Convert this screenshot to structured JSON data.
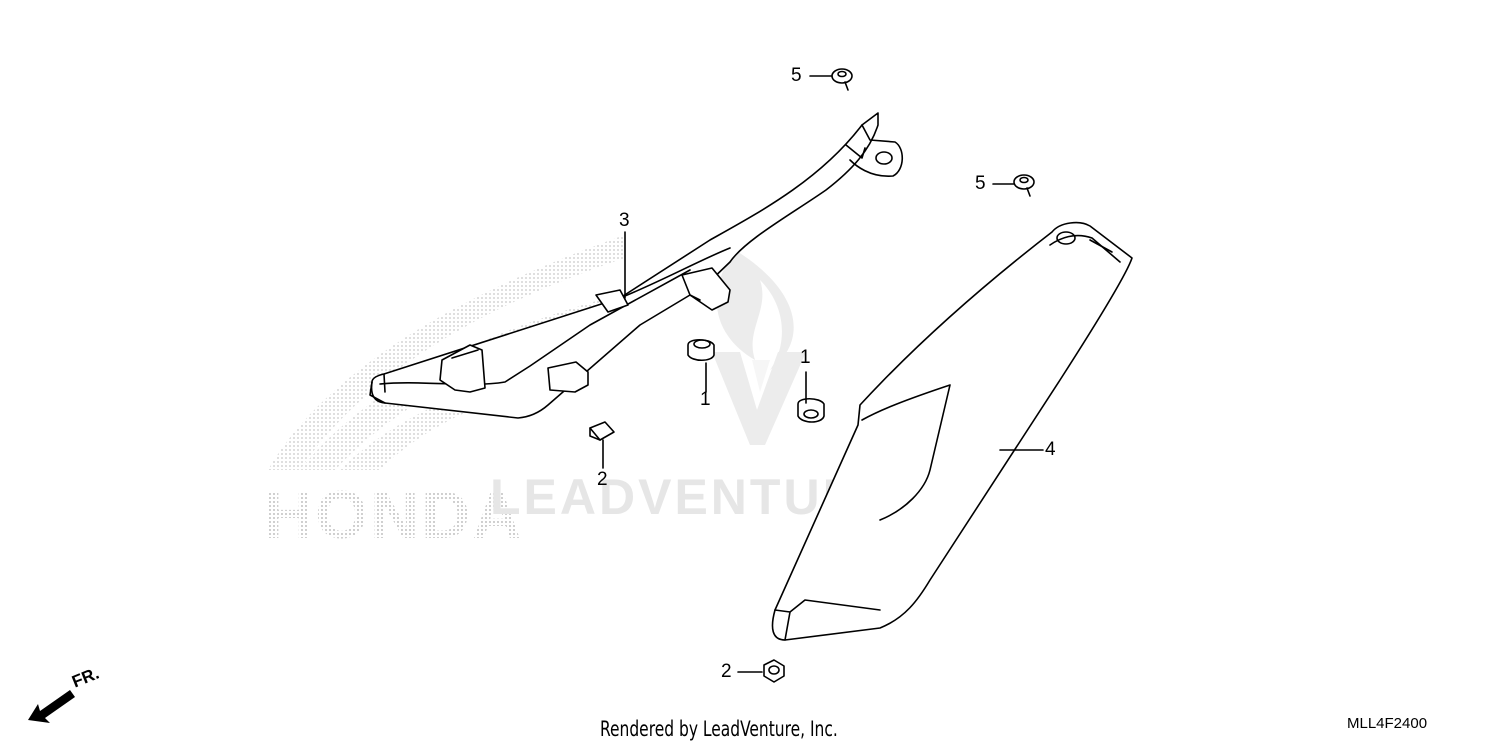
{
  "diagram": {
    "callouts": [
      {
        "id": "c5a",
        "label": "5"
      },
      {
        "id": "c5b",
        "label": "5"
      },
      {
        "id": "c3",
        "label": "3"
      },
      {
        "id": "c1a",
        "label": "1"
      },
      {
        "id": "c1b",
        "label": "1"
      },
      {
        "id": "c4",
        "label": "4"
      },
      {
        "id": "c2a",
        "label": "2"
      },
      {
        "id": "c2b",
        "label": "2"
      }
    ],
    "direction_label": "FR.",
    "watermark_text": "LEADVENTURE",
    "brand_watermark": "HONDA",
    "footer": "Rendered by LeadVenture, Inc.",
    "diagram_code": "MLL4F2400"
  },
  "colors": {
    "line": "#000000",
    "watermark": "#e6e6e6",
    "brand_dots": "#c8c8c8"
  }
}
